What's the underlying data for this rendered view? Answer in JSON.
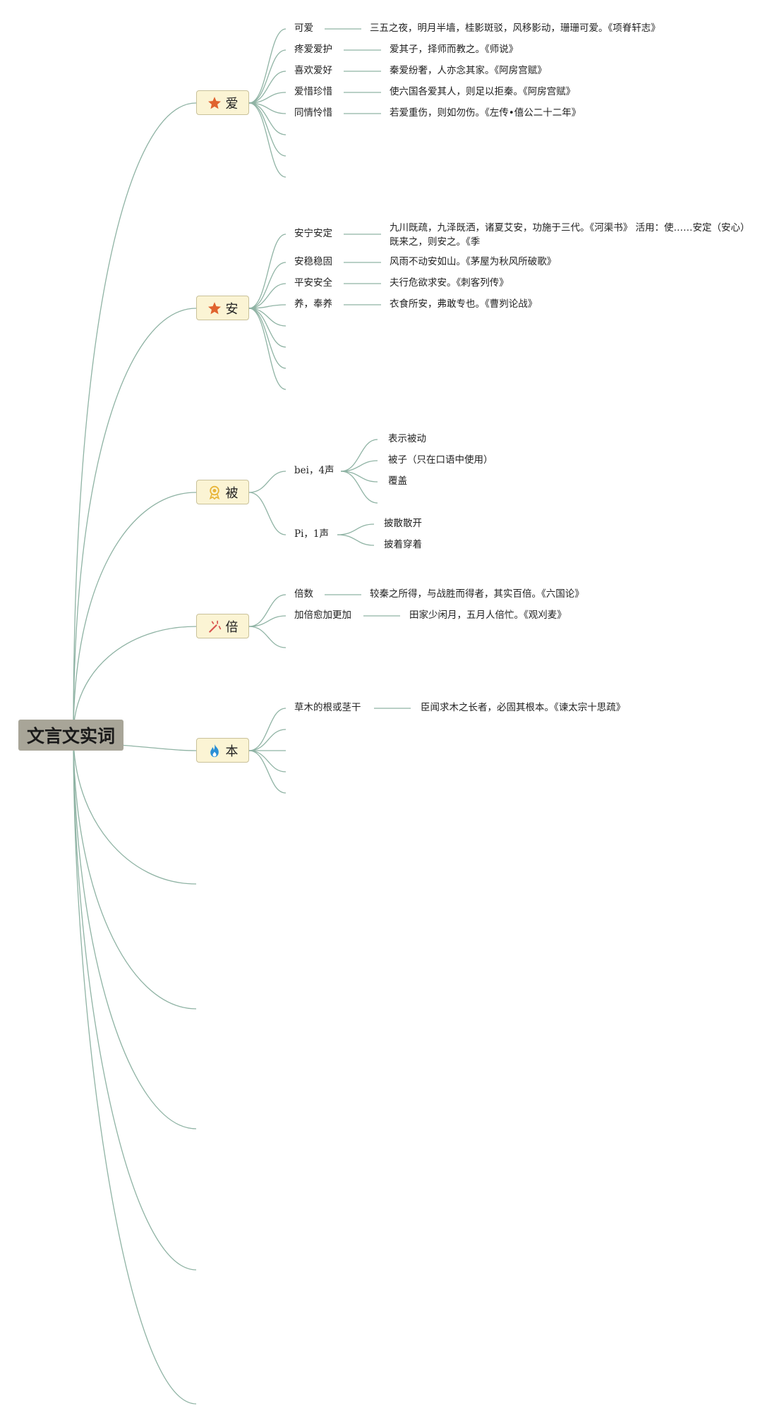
{
  "root": {
    "label": "文言文实词"
  },
  "nodes": [
    {
      "char": "爱",
      "icon": "star-icon",
      "senses": [
        {
          "label": "可爱",
          "example": "三五之夜，明月半墙，桂影斑驳，风移影动，珊珊可爱。《项脊轩志》"
        },
        {
          "label": "疼爱爱护",
          "example": "爱其子，择师而教之。《师说》"
        },
        {
          "label": "喜欢爱好",
          "example": "秦爱纷奢，人亦念其家。《阿房宫赋》"
        },
        {
          "label": "爱惜珍惜",
          "example": "使六国各爱其人，则足以拒秦。《阿房宫赋》"
        },
        {
          "label": "同情怜惜",
          "example": "若爱重伤，则如勿伤。《左传•僖公二十二年》"
        }
      ]
    },
    {
      "char": "安",
      "icon": "star-icon",
      "senses": [
        {
          "label": "安宁安定",
          "example": "九川既疏，九泽既洒，诸夏艾安，功施于三代。《河渠书》 活用：使……安定（安心）既来之，则安之。《季"
        },
        {
          "label": "安稳稳固",
          "example": "风雨不动安如山。《茅屋为秋风所破歌》"
        },
        {
          "label": "平安安全",
          "example": "夫行危欲求安。《刺客列传》"
        },
        {
          "label": "养，奉养",
          "example": "衣食所安，弗敢专也。《曹刿论战》"
        }
      ]
    },
    {
      "char": "被",
      "icon": "ribbon-icon",
      "readings": [
        {
          "label": "bei，4声",
          "items": [
            "表示被动",
            "被子（只在口语中使用）",
            "覆盖"
          ]
        },
        {
          "label": "Pi，1声",
          "items": [
            "披散散开",
            "披着穿着"
          ]
        }
      ]
    },
    {
      "char": "倍",
      "icon": "magic-wand-icon",
      "senses": [
        {
          "label": "倍数",
          "example": "较秦之所得，与战胜而得者，其实百倍。《六国论》"
        },
        {
          "label": "加倍愈加更加",
          "example": "田家少闲月，五月人倍忙。《观刈麦》"
        }
      ]
    },
    {
      "char": "本",
      "icon": "fire-icon",
      "senses": [
        {
          "label": "草木的根或茎干",
          "example": "臣闻求木之长者，必固其根本。《谏太宗十思疏》"
        }
      ]
    }
  ],
  "colors": {
    "line": "#8fb3a4",
    "root_bg": "#a8a598",
    "node_bg": "#fbf4d4",
    "star": "#e0632f",
    "ribbon": "#e8b53a",
    "wand": "#d9534f",
    "fire": "#2a8fd6"
  }
}
